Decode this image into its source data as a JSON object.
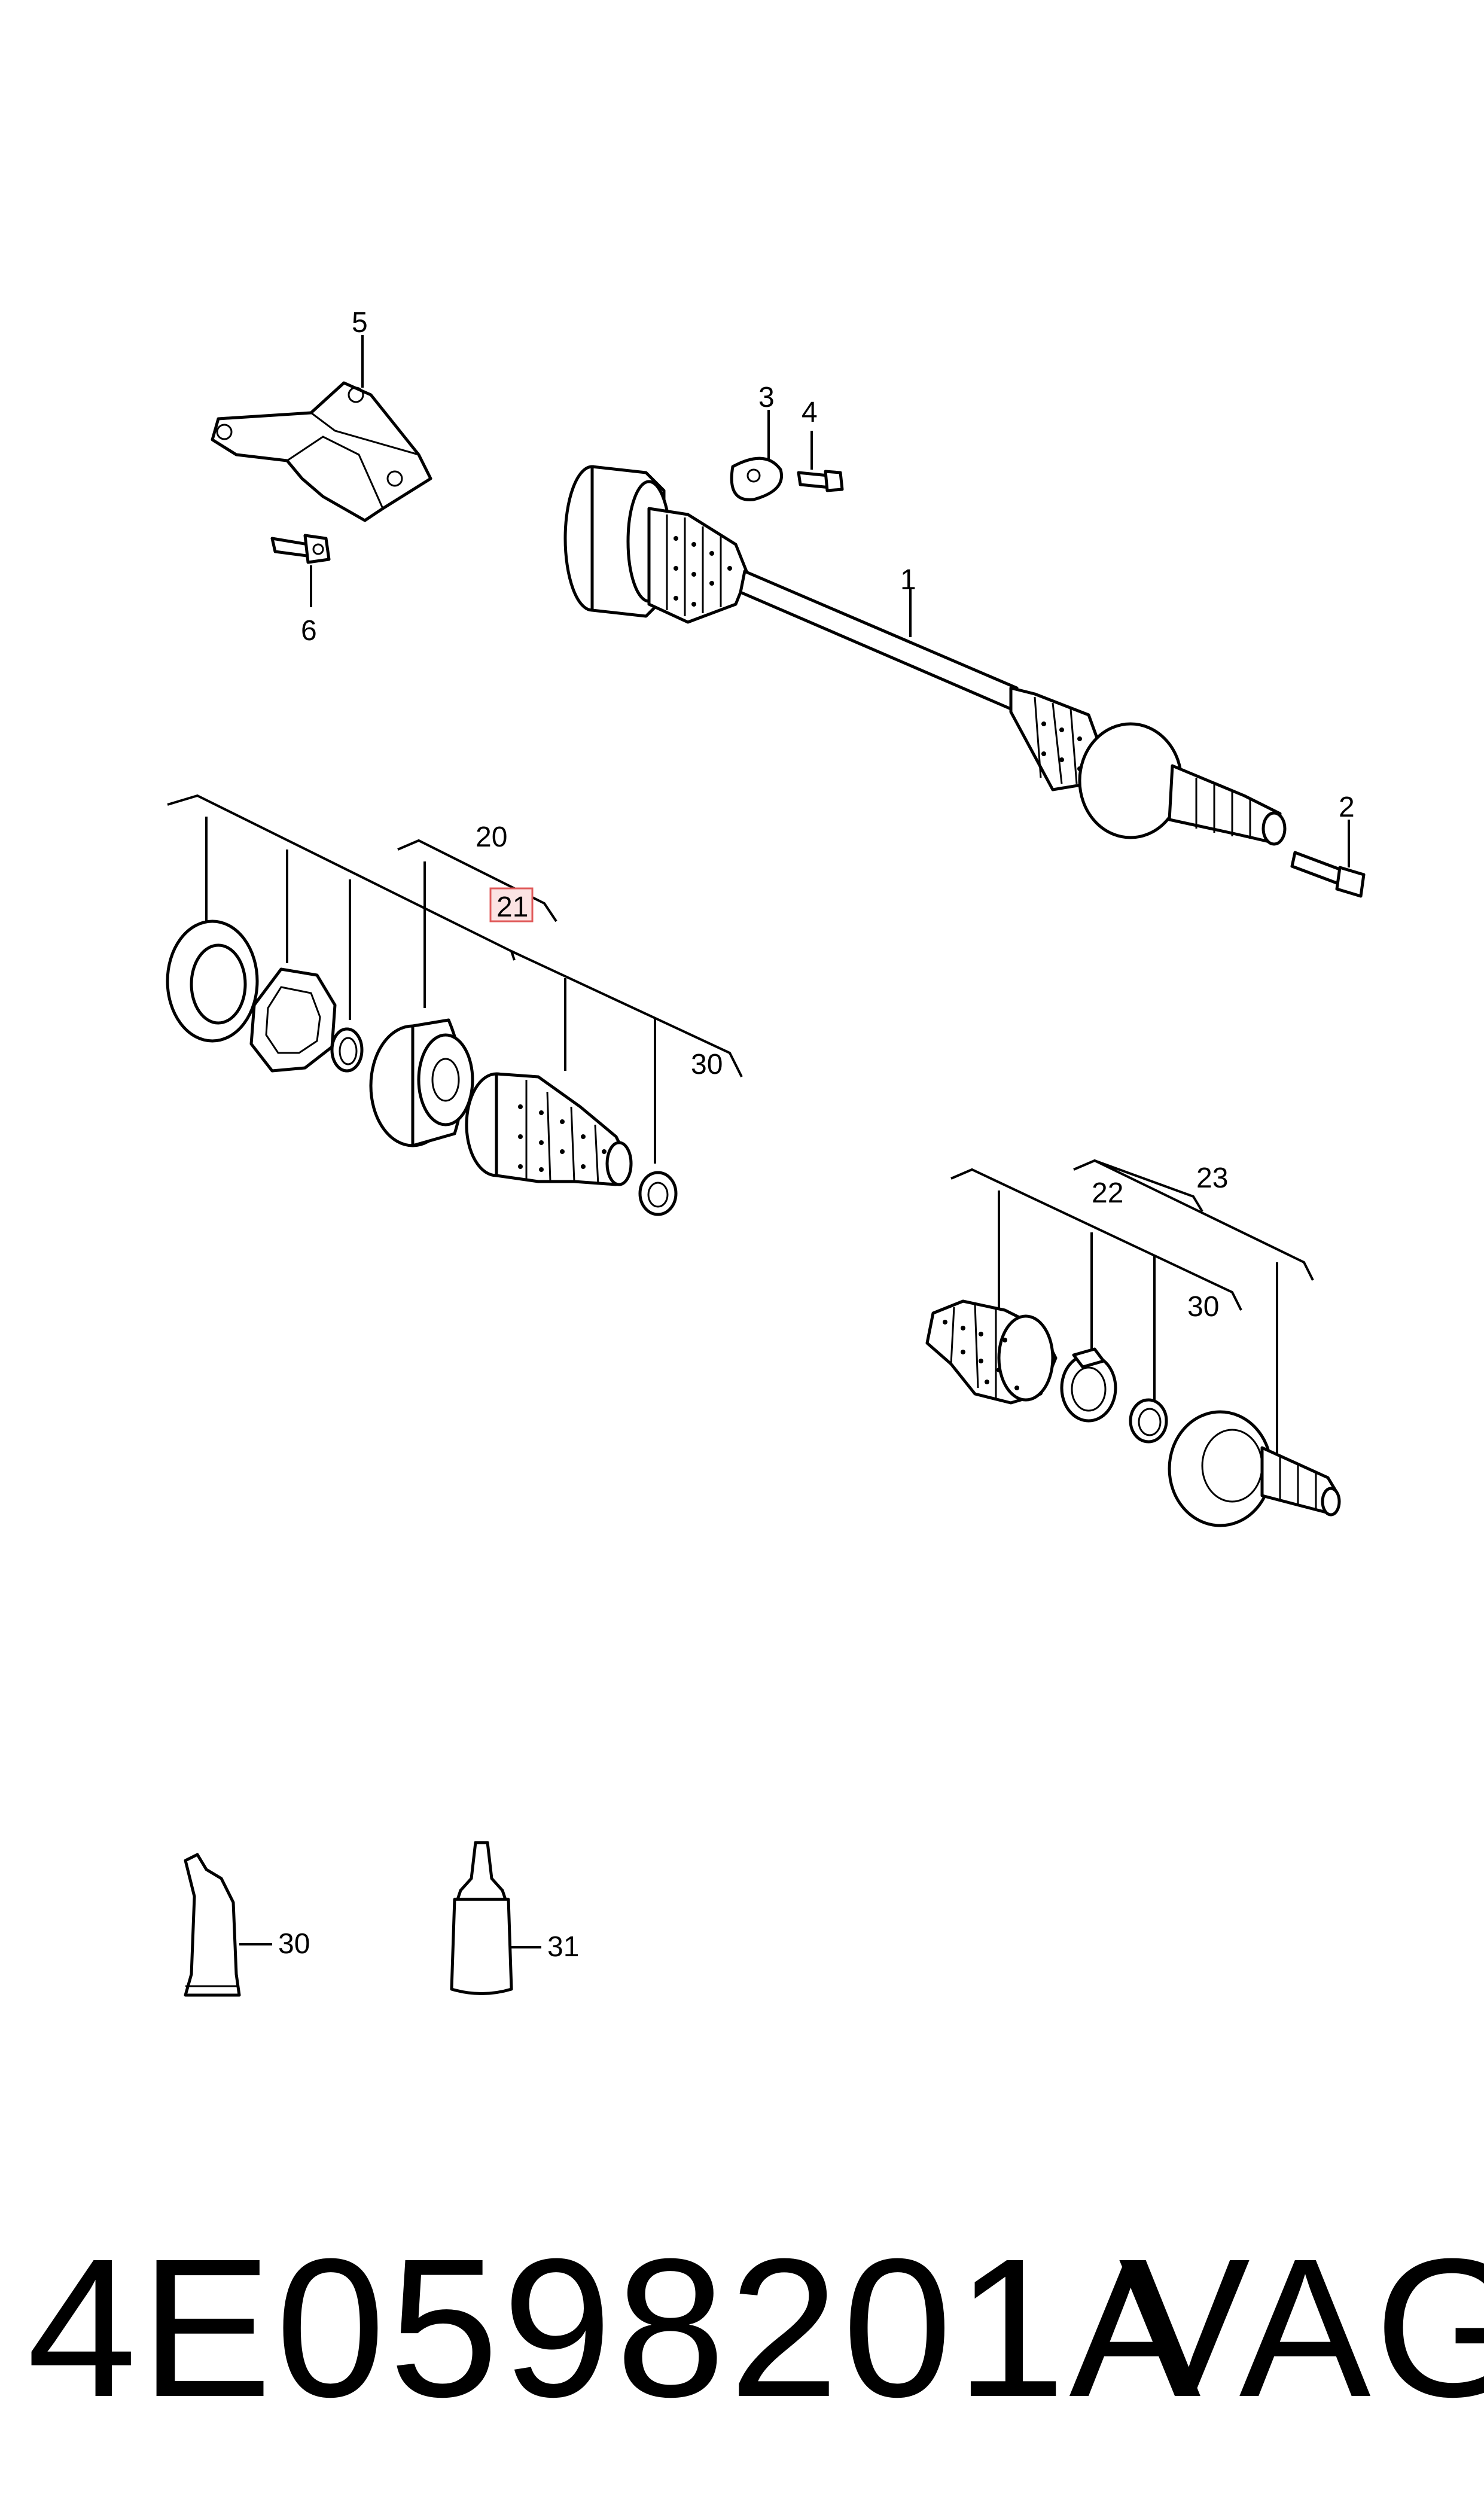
{
  "callouts": {
    "c1": "1",
    "c2": "2",
    "c3": "3",
    "c4": "4",
    "c5": "5",
    "c6": "6",
    "c20": "20",
    "c21": "21",
    "c22": "22",
    "c23": "23",
    "c30a": "30",
    "c30b": "30",
    "c30c": "30",
    "c31": "31"
  },
  "highlight": {
    "callout": "21",
    "color": "#e05a5a",
    "fill": "#fbe3e3"
  },
  "footer": {
    "part_number": "4E0598201A",
    "brand": "VAG"
  }
}
